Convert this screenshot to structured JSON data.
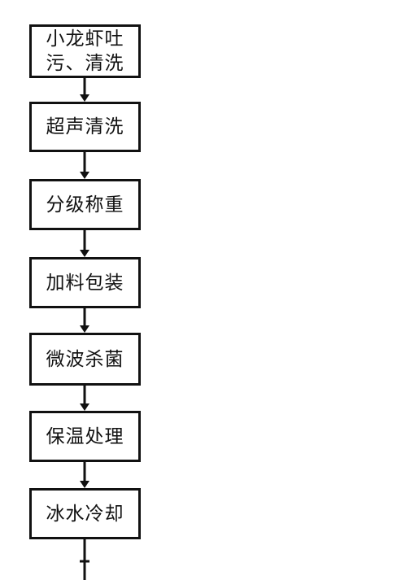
{
  "flowchart": {
    "steps": [
      {
        "label": "小龙虾吐\n污、清洗"
      },
      {
        "label": "超声清洗"
      },
      {
        "label": "分级称重"
      },
      {
        "label": "加料包装"
      },
      {
        "label": "微波杀菌"
      },
      {
        "label": "保温处理"
      },
      {
        "label": "冰水冷却"
      }
    ]
  },
  "colors": {
    "line": "#111111",
    "background": "#ffffff"
  }
}
